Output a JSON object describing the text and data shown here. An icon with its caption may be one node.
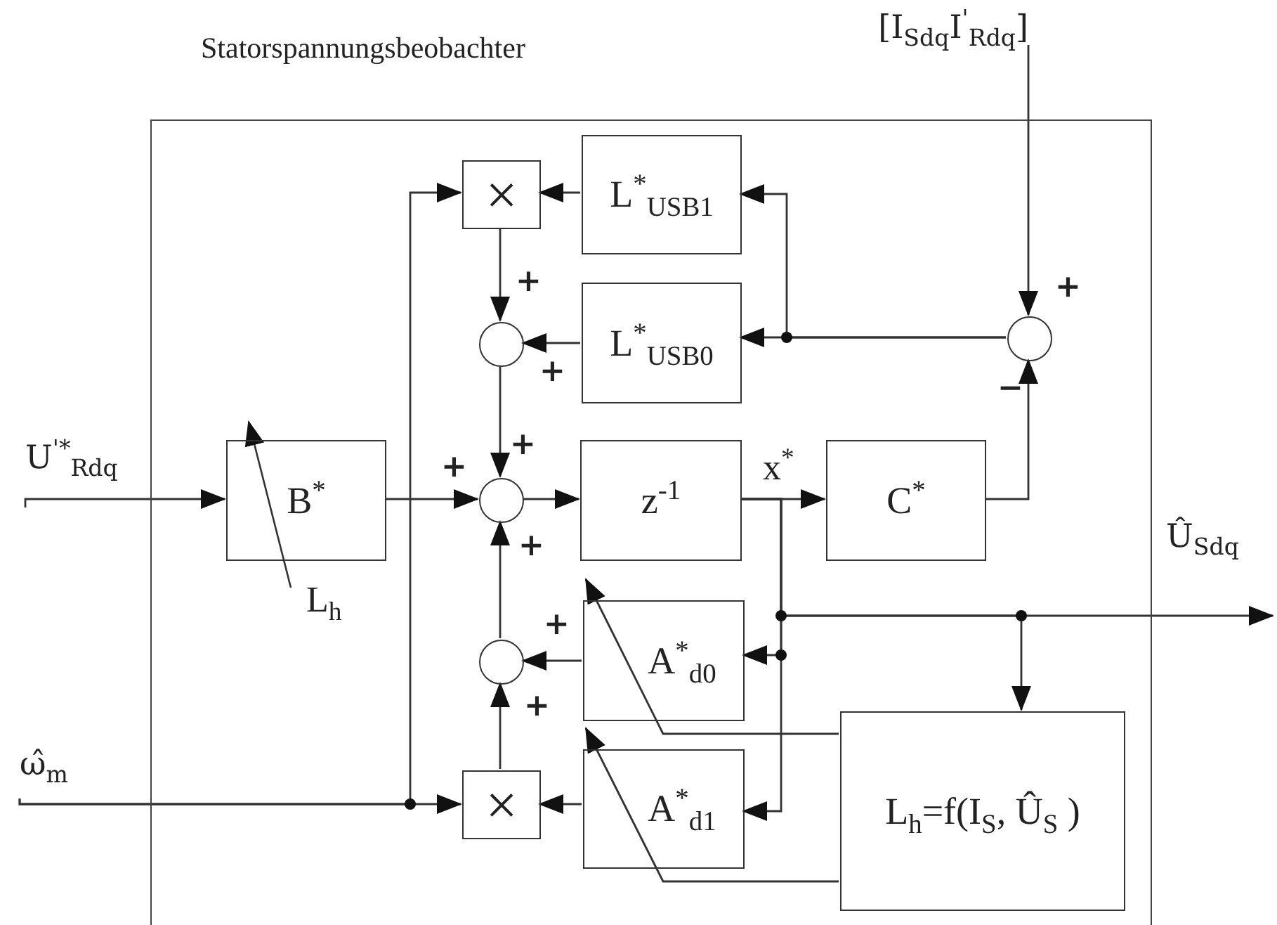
{
  "diagram": {
    "nodes": [
      {
        "text": [
          "Statorspannungsbeobachter"
        ]
      },
      {
        "text": [
          "B$^{*}$"
        ],
        "in": 0,
        "beside": [
          "L$_{h}$"
        ]
      },
      {
        "text": [
          "×"
        ],
        "in": 0
      },
      {
        "text": [
          "L$^{*}$$_{USB1}$"
        ],
        "in": 0
      },
      {
        "text": [],
        "shape": "circle",
        "in": 0
      },
      {
        "text": [
          "L$^{*}$$_{USB0}$"
        ],
        "in": 0
      },
      {
        "text": [],
        "shape": "circle",
        "in": 0
      },
      {
        "text": [],
        "shape": "circle",
        "in": 0
      },
      {
        "text": [
          "z$^{-1}$"
        ],
        "in": 0
      },
      {
        "text": [
          "C$^{*}$"
        ],
        "in": 0
      },
      {
        "text": [],
        "shape": "circle",
        "in": 0
      },
      {
        "text": [
          "A$^{*}$$_{d0}$"
        ],
        "in": 0
      },
      {
        "text": [
          "×"
        ],
        "in": 0
      },
      {
        "text": [
          "A$^{*}$$_{d1}$"
        ],
        "in": 0
      },
      {
        "text": [
          "L$_{h}$=f(I$_{S}$, Û$_{S}$ )"
        ],
        "in": 0
      },
      {
        "text": [
          "U$^{'*}$$_{Rdq}$"
        ]
      },
      {
        "text": [
          "ω̂$_{m}$"
        ]
      },
      {
        "text": [
          "[I$_{Sdq}$I$^{'}$$_{Rdq}$]"
        ]
      },
      {
        "text": [
          "Û$_{Sdq}$"
        ]
      }
    ],
    "edges": [
      {
        "from": 15,
        "to": 1,
        "arrow": "to"
      },
      {
        "from": 1,
        "to": 7,
        "arrow": "to"
      },
      {
        "from": 16,
        "to": 12,
        "arrow": "to"
      },
      {
        "from": 16,
        "to": 2,
        "arrow": "to"
      },
      {
        "from": 3,
        "to": 2,
        "arrow": "to"
      },
      {
        "from": 2,
        "to": 4,
        "arrow": "to"
      },
      {
        "from": 5,
        "to": 4,
        "arrow": "to"
      },
      {
        "from": 4,
        "to": 7,
        "arrow": "to"
      },
      {
        "from": 10,
        "to": 7,
        "arrow": "to"
      },
      {
        "from": 7,
        "to": 8,
        "arrow": "to"
      },
      {
        "from": 8,
        "to": 9,
        "arrow": "to"
      },
      {
        "from": 9,
        "to": 6,
        "arrow": "to"
      },
      {
        "from": 17,
        "to": 6,
        "arrow": "to"
      },
      {
        "from": 6,
        "to": 5,
        "arrow": "to"
      },
      {
        "from": 6,
        "to": 3,
        "arrow": "to"
      },
      {
        "from": 8,
        "to": 18,
        "arrow": "to"
      },
      {
        "from": 8,
        "to": 14,
        "arrow": "to"
      },
      {
        "from": 8,
        "to": 11,
        "arrow": "to"
      },
      {
        "from": 8,
        "to": 13,
        "arrow": "to"
      },
      {
        "from": 13,
        "to": 12,
        "arrow": "to"
      },
      {
        "from": 12,
        "to": 10,
        "arrow": "to"
      },
      {
        "from": 11,
        "to": 10,
        "arrow": "to"
      },
      {
        "from": 14,
        "to": 11,
        "arrow": "to"
      },
      {
        "from": 14,
        "to": 13,
        "arrow": "to"
      }
    ],
    "labels": [
      "+",
      "+",
      "+",
      "−",
      "+",
      "+",
      "x$^{*}$",
      "+",
      "+",
      "+"
    ]
  }
}
